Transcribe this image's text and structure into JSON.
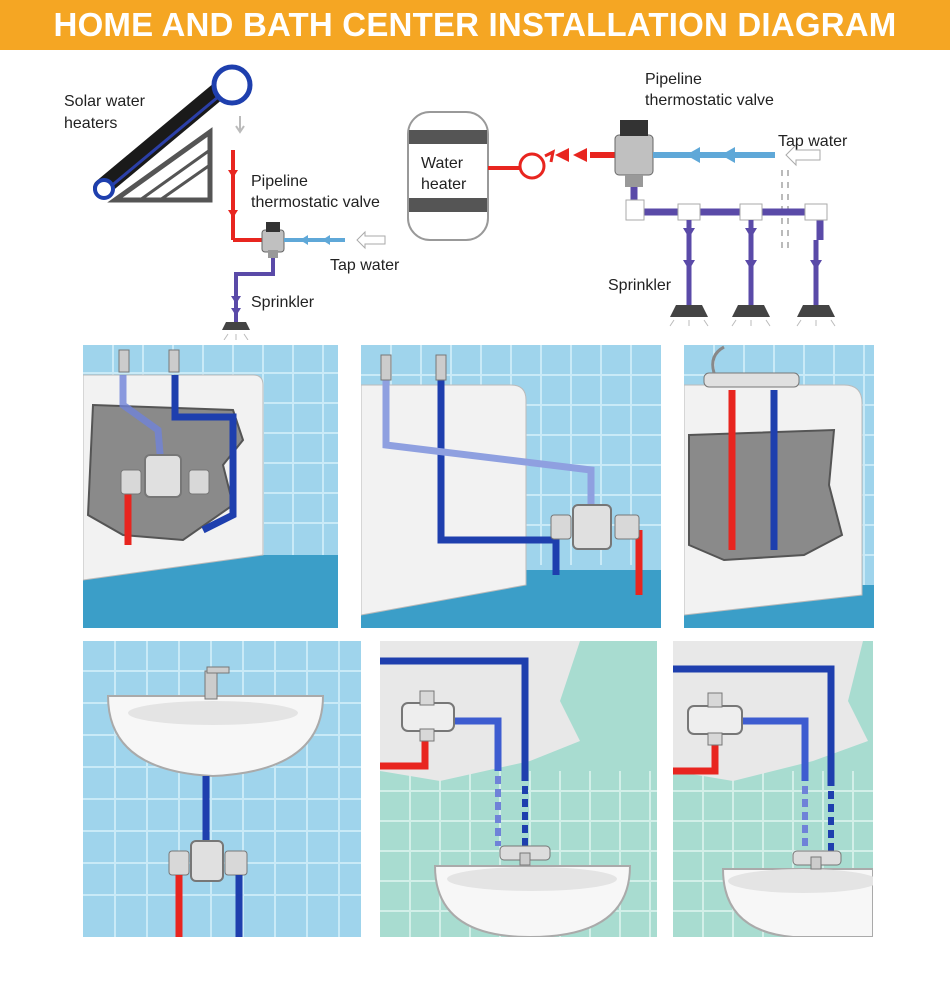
{
  "title": "HOME AND BATH CENTER INSTALLATION DIAGRAM",
  "colors": {
    "banner": "#f5a623",
    "hot_pipe": "#e8251f",
    "cold_pipe": "#1e3fae",
    "mixed_pipe": "#5a4aa8",
    "tap_pipe": "#5fa8d8",
    "tile": "#9fd4ec",
    "tile_green": "#a8dcd0"
  },
  "left_system": {
    "solar_label_line1": "Solar water",
    "solar_label_line2": "heaters",
    "valve_label_line1": "Pipeline",
    "valve_label_line2": "thermostatic valve",
    "tap_label": "Tap water",
    "sprinkler_label": "Sprinkler"
  },
  "right_system": {
    "heater_label_line1": "Water",
    "heater_label_line2": "heater",
    "valve_label_line1": "Pipeline",
    "valve_label_line2": "thermostatic valve",
    "tap_label": "Tap water",
    "sprinkler_label": "Sprinkler"
  },
  "panels": [
    {
      "name": "bathtub-install-1",
      "icons": [
        "bathtub-icon",
        "faucet-icon",
        "valve-icon"
      ]
    },
    {
      "name": "bathtub-install-2",
      "icons": [
        "bathtub-icon",
        "faucet-icon",
        "valve-icon"
      ]
    },
    {
      "name": "bathtub-install-3",
      "icons": [
        "bathtub-icon",
        "shower-icon"
      ]
    },
    {
      "name": "sink-install-1",
      "icons": [
        "sink-icon",
        "faucet-icon",
        "valve-icon"
      ]
    },
    {
      "name": "sink-install-2",
      "icons": [
        "sink-icon",
        "faucet-icon",
        "valve-icon"
      ]
    },
    {
      "name": "sink-install-3",
      "icons": [
        "sink-icon",
        "faucet-icon",
        "valve-icon"
      ]
    }
  ]
}
